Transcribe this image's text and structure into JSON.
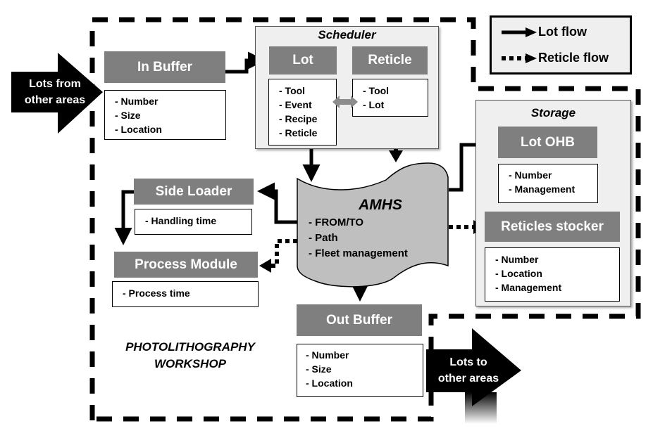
{
  "diagram": {
    "workshop_label": [
      "PHOTOLITHOGRAPHY",
      "WORKSHOP"
    ],
    "incoming": [
      "Lots from",
      "other areas"
    ],
    "outgoing": [
      "Lots to",
      "other areas"
    ],
    "legend": {
      "lot_flow": "Lot flow",
      "reticle_flow": "Reticle flow"
    },
    "in_buffer": {
      "title": "In Buffer",
      "items": [
        "- Number",
        "- Size",
        "- Location"
      ]
    },
    "scheduler": {
      "title": "Scheduler",
      "lot": {
        "title": "Lot",
        "items": [
          "- Tool",
          "- Event",
          "- Recipe",
          "- Reticle"
        ]
      },
      "reticle": {
        "title": "Reticle",
        "items": [
          "- Tool",
          "- Lot"
        ]
      }
    },
    "storage": {
      "title": "Storage",
      "lot_ohb": {
        "title": "Lot OHB",
        "items": [
          "- Number",
          "- Management"
        ]
      },
      "reticles_stocker": {
        "title": "Reticles stocker",
        "items": [
          "- Number",
          "- Location",
          "- Management"
        ]
      }
    },
    "amhs": {
      "title": "AMHS",
      "items": [
        "- FROM/TO",
        "- Path",
        "- Fleet management"
      ]
    },
    "side_loader": {
      "title": "Side Loader",
      "items": [
        "- Handling time"
      ]
    },
    "process_module": {
      "title": "Process Module",
      "items": [
        "- Process time"
      ]
    },
    "out_buffer": {
      "title": "Out Buffer",
      "items": [
        "- Number",
        "- Size",
        "- Location"
      ]
    },
    "colors": {
      "gray_box": "#7f7f7f",
      "panel_bg": "#efefef",
      "amhs_fill": "#bfbfbf",
      "double_arrow": "#8c8c8c"
    }
  }
}
